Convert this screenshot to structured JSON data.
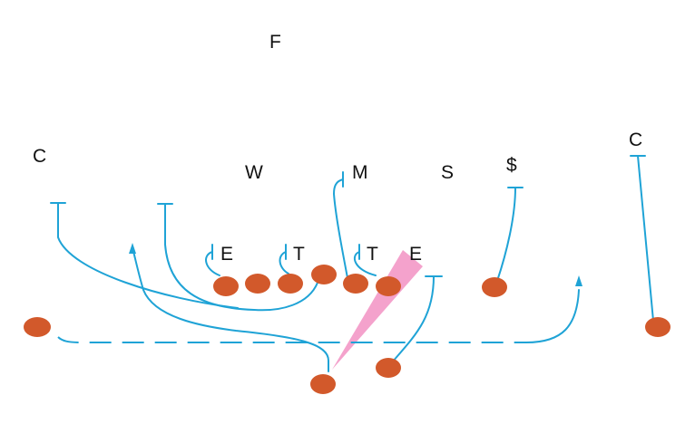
{
  "defense_labels": {
    "free_safety": "F",
    "left_corner": "C",
    "will": "W",
    "mike": "M",
    "strong_safety": "S",
    "money": "$",
    "right_corner": "C",
    "left_end": "E",
    "left_tackle": "T",
    "right_tackle": "T",
    "right_end": "E"
  },
  "colors": {
    "offense_player": "#d2592b",
    "route_line": "#1fa3d6",
    "pass_cone": "#f07ab6",
    "label_text": "#111111"
  }
}
